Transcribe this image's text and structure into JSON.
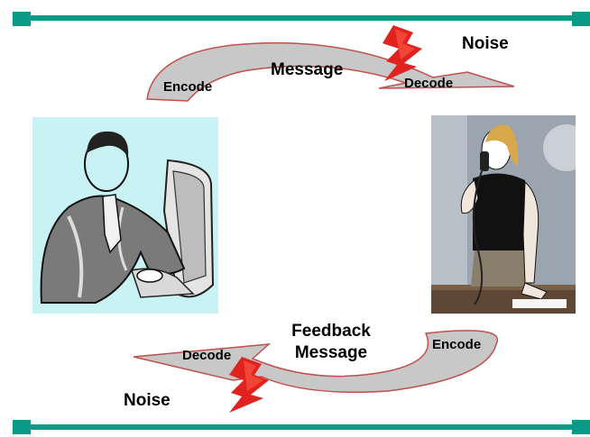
{
  "colors": {
    "frame_teal": "#079a86",
    "arrow_fill": "#c8c8c8",
    "arrow_stroke": "#c0504d",
    "lightning": "#e0231f",
    "sender_bg": "#c9f2f5",
    "receiver_bg": "#9aa5b0"
  },
  "top": {
    "encode": "Encode",
    "message": "Message",
    "decode": "Decode",
    "noise": "Noise"
  },
  "bottom": {
    "decode": "Decode",
    "feedback_line1": "Feedback",
    "feedback_line2": "Message",
    "encode": "Encode",
    "noise": "Noise"
  },
  "icons": {
    "sender": "man-at-computer-clipart",
    "receiver": "woman-on-phone-clipart",
    "noise": "lightning-bolt-icon"
  }
}
